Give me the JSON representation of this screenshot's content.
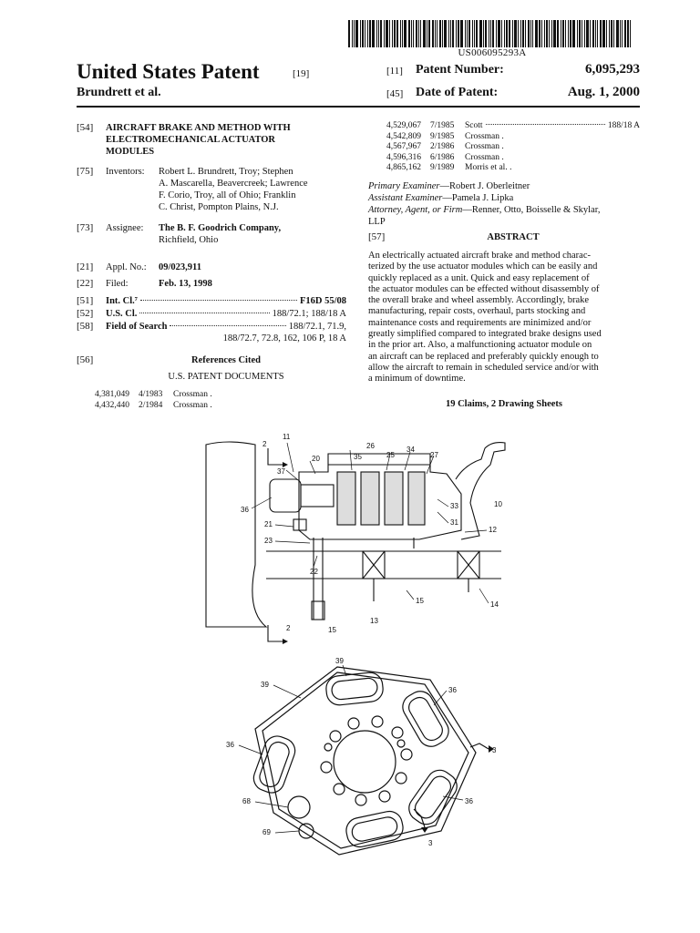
{
  "header": {
    "barcode_text": "US006095293A",
    "country_title": "United States Patent",
    "country_code": "[19]",
    "inventor_short": "Brundrett et al.",
    "number_code": "[11]",
    "number_label": "Patent Number:",
    "number_value": "6,095,293",
    "date_code": "[45]",
    "date_label": "Date of Patent:",
    "date_value": "Aug. 1, 2000"
  },
  "biblio": {
    "title_code": "[54]",
    "title_lines": [
      "AIRCRAFT BRAKE AND METHOD WITH",
      "ELECTROMECHANICAL ACTUATOR",
      "MODULES"
    ],
    "inventors_code": "[75]",
    "inventors_label": "Inventors:",
    "inventors_lines": [
      "Robert L. Brundrett, Troy; Stephen",
      "A. Mascarella, Beavercreek; Lawrence",
      "F. Corio, Troy, all of Ohio; Franklin",
      "C. Christ, Pompton Plains, N.J."
    ],
    "assignee_code": "[73]",
    "assignee_label": "Assignee:",
    "assignee_lines": [
      "The B. F. Goodrich Company,",
      "Richfield, Ohio"
    ],
    "appl_code": "[21]",
    "appl_label": "Appl. No.:",
    "appl_value": "09/023,911",
    "filed_code": "[22]",
    "filed_label": "Filed:",
    "filed_value": "Feb. 13, 1998",
    "intcl_code": "[51]",
    "intcl_label": "Int. Cl.⁷",
    "intcl_value": "F16D 55/08",
    "uscl_code": "[52]",
    "uscl_label": "U.S. Cl.",
    "uscl_value": "188/72.1; 188/18 A",
    "field_code": "[58]",
    "field_label": "Field of Search",
    "field_value_1": "188/72.1, 71.9,",
    "field_value_2": "188/72.7, 72.8, 162, 106 P, 18 A",
    "refs_code": "[56]",
    "refs_title": "References Cited",
    "refs_subtitle": "U.S. PATENT DOCUMENTS"
  },
  "references_left": [
    {
      "number": "4,381,049",
      "date": "4/1983",
      "name": "Crossman ."
    },
    {
      "number": "4,432,440",
      "date": "2/1984",
      "name": "Crossman ."
    }
  ],
  "references_right": [
    {
      "number": "4,529,067",
      "date": "7/1985",
      "name": "Scott",
      "class": "188/18 A"
    },
    {
      "number": "4,542,809",
      "date": "9/1985",
      "name": "Crossman .",
      "class": ""
    },
    {
      "number": "4,567,967",
      "date": "2/1986",
      "name": "Crossman .",
      "class": ""
    },
    {
      "number": "4,596,316",
      "date": "6/1986",
      "name": "Crossman .",
      "class": ""
    },
    {
      "number": "4,865,162",
      "date": "9/1989",
      "name": "Morris et al. .",
      "class": ""
    }
  ],
  "examiners": {
    "primary_label": "Primary Examiner",
    "primary_value": "—Robert J. Oberleitner",
    "assistant_label": "Assistant Examiner",
    "assistant_value": "—Pamela J. Lipka",
    "attorney_label": "Attorney, Agent, or Firm",
    "attorney_value_1": "—Renner, Otto, Boisselle & Skylar,",
    "attorney_value_2": "LLP"
  },
  "abstract": {
    "code": "[57]",
    "heading": "ABSTRACT",
    "lines": [
      "An electrically actuated aircraft brake and method charac-",
      "terized by the use actuator modules which can be easily and",
      "quickly replaced as a unit. Quick and easy replacement of",
      "the actuator modules can be effected without disassembly of",
      "the overall brake and wheel assembly. Accordingly, brake",
      "manufacturing, repair costs, overhaul, parts stocking and",
      "maintenance costs and requirements are minimized and/or",
      "greatly simplified compared to integrated brake designs used",
      "in the prior art. Also, a malfunctioning actuator module on",
      "an aircraft can be replaced and preferably quickly enough to",
      "allow the aircraft to remain in scheduled service and/or with",
      "a minimum of downtime."
    ],
    "claims": "19 Claims, 2 Drawing Sheets"
  },
  "figure1": {
    "labels": {
      "l11": "11",
      "l2a": "2",
      "l20": "20",
      "l26": "26",
      "l34": "34",
      "l35": "35",
      "l25": "25",
      "l27": "27",
      "l37": "37",
      "l36": "36",
      "l33": "33",
      "l10": "10",
      "l31": "31",
      "l12": "12",
      "l21": "21",
      "l23": "23",
      "l22": "22",
      "l15a": "15",
      "l14": "14",
      "l13": "13",
      "l2b": "2",
      "l15b": "15"
    }
  },
  "figure2": {
    "labels": {
      "l39a": "39",
      "l39b": "39",
      "l36a": "36",
      "l36b": "36",
      "l36c": "36",
      "l3a": "3",
      "l68": "68",
      "l69": "69",
      "l3b": "3"
    }
  }
}
